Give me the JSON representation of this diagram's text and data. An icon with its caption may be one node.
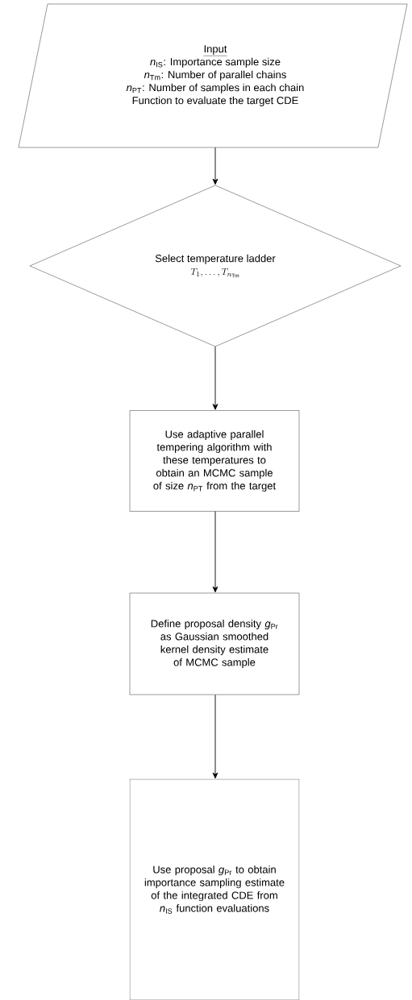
{
  "diagram": {
    "nodes": [
      {
        "text": [
          "Input",
          "*n*$_{IS}$: Importance sample size",
          "*n*$_{Tm}$: Number of parallel chains",
          "*n*$_{PT}$: Number of samples in each chain",
          "Function to evaluate the target CDE"
        ]
      },
      {
        "text": [
          "Select temperature ladder",
          "T_1, \\ldots, T_{n_{\\mathrm{Tm}}}"
        ]
      },
      {
        "text": [
          "Use adaptive parallel tempering algorithm with these temperatures to obtain an MCMC sample of size *n*$_{PT}$ from the target"
        ]
      },
      {
        "text": [
          "Define proposal density *g*$_{Pr}$ as Gaussian smoothed kernel density estimate of MCMC sample"
        ]
      },
      {
        "text": [
          "Use proposal *g*$_{Pr}$ to obtain importance sampling estimate of the integrated CDE from *n*$_{IS}$ function evaluations"
        ]
      }
    ],
    "edges": [
      {
        "from": 0,
        "to": 1,
        "arrow": "to"
      },
      {
        "from": 1,
        "to": 2,
        "arrow": "to"
      },
      {
        "from": 2,
        "to": 3,
        "arrow": "to"
      },
      {
        "from": 3,
        "to": 4,
        "arrow": "to"
      }
    ]
  }
}
